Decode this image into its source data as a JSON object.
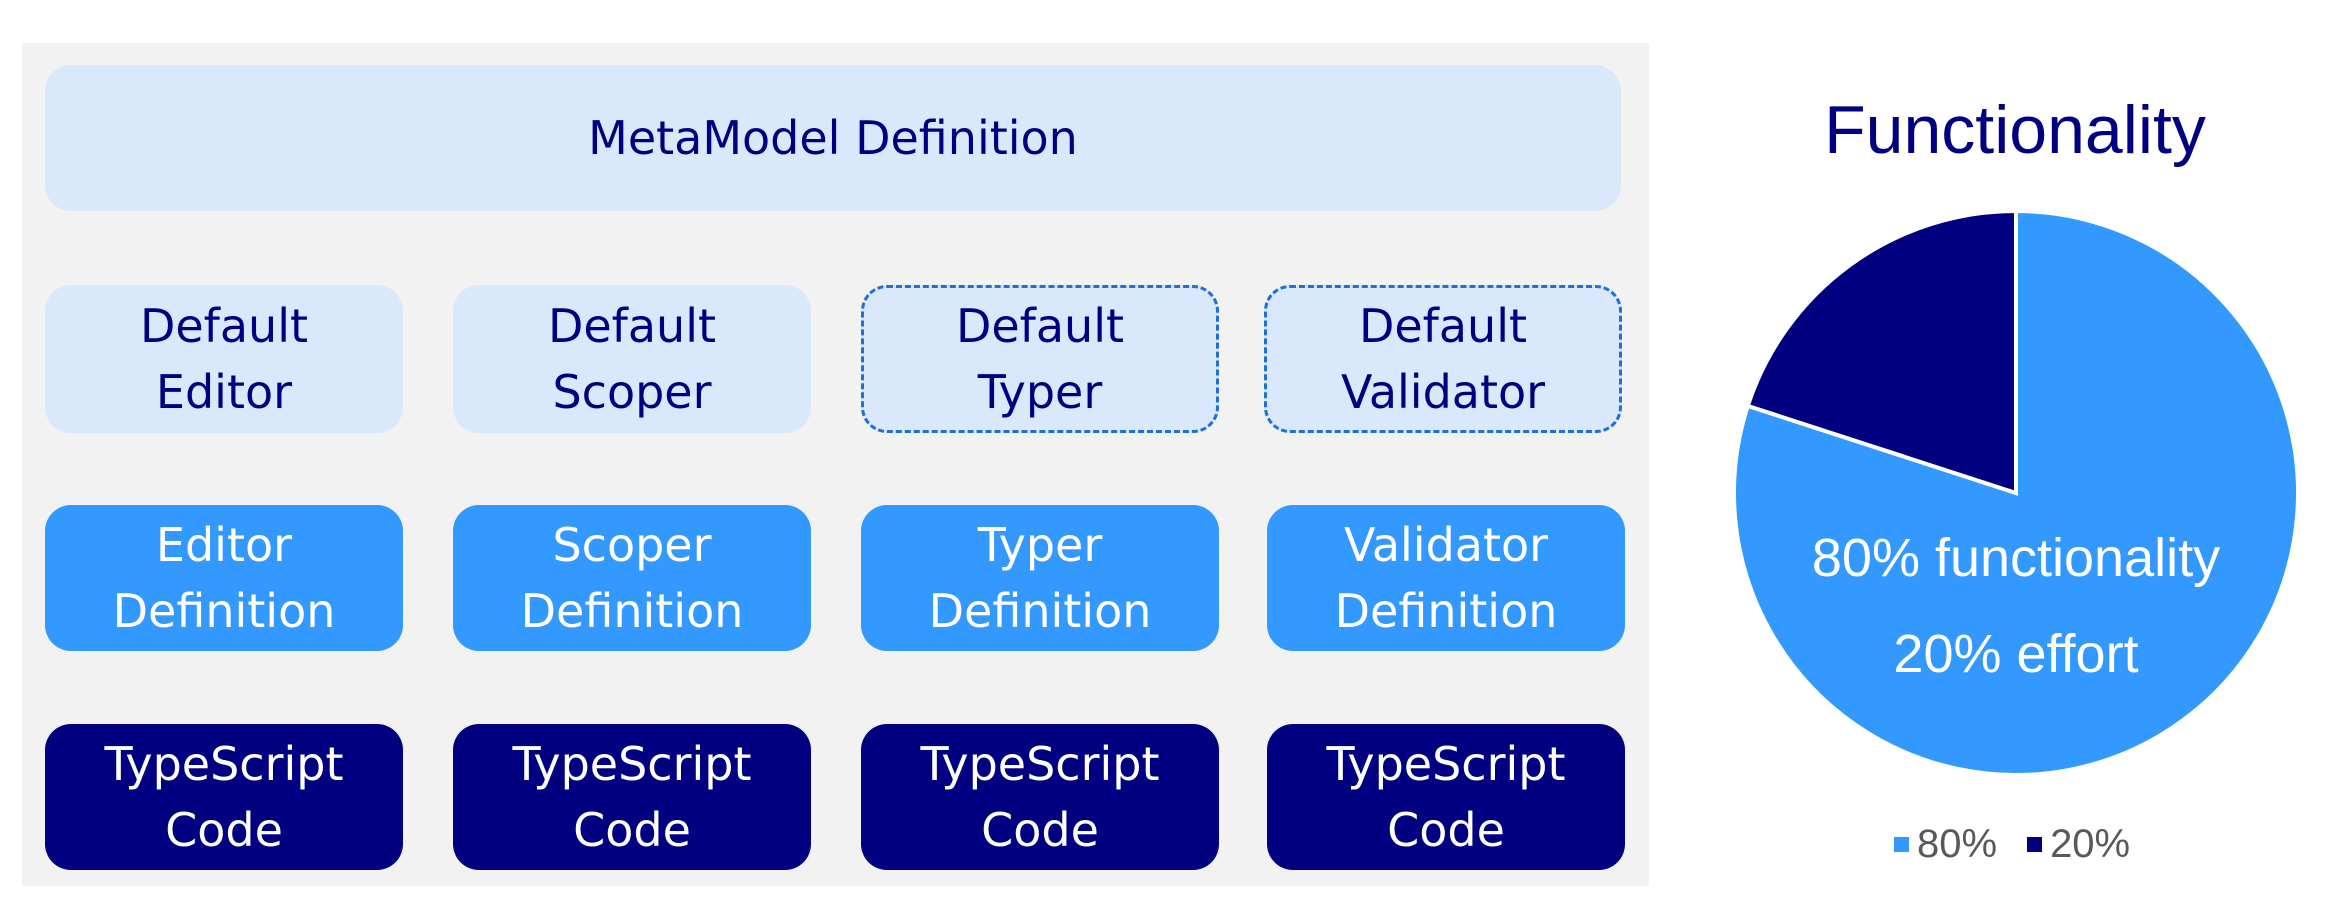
{
  "diagram": {
    "header": "MetaModel Definition",
    "defaults": [
      {
        "text": "Default\nEditor",
        "style": "solid"
      },
      {
        "text": "Default\nScoper",
        "style": "solid"
      },
      {
        "text": "Default\nTyper",
        "style": "dashed"
      },
      {
        "text": "Default\nValidator",
        "style": "dashed"
      }
    ],
    "definitions": [
      "Editor\nDefinition",
      "Scoper\nDefinition",
      "Typer\nDefinition",
      "Validator\nDefinition"
    ],
    "code": [
      "TypeScript\nCode",
      "TypeScript\nCode",
      "TypeScript\nCode",
      "TypeScript\nCode"
    ],
    "colors": {
      "panel": "#f2f2f2",
      "light": "#dae8fc",
      "mid": "#3399ff",
      "dark": "#000080",
      "dashed_border": "#1f6fd6"
    }
  },
  "chart_data": {
    "type": "pie",
    "title": "Functionality",
    "slices": [
      {
        "label": "80%",
        "value": 80,
        "color": "#3399ff"
      },
      {
        "label": "20%",
        "value": 20,
        "color": "#000080"
      }
    ],
    "annotations": [
      "80% functionality",
      "20% effort"
    ],
    "legend_position": "bottom"
  }
}
